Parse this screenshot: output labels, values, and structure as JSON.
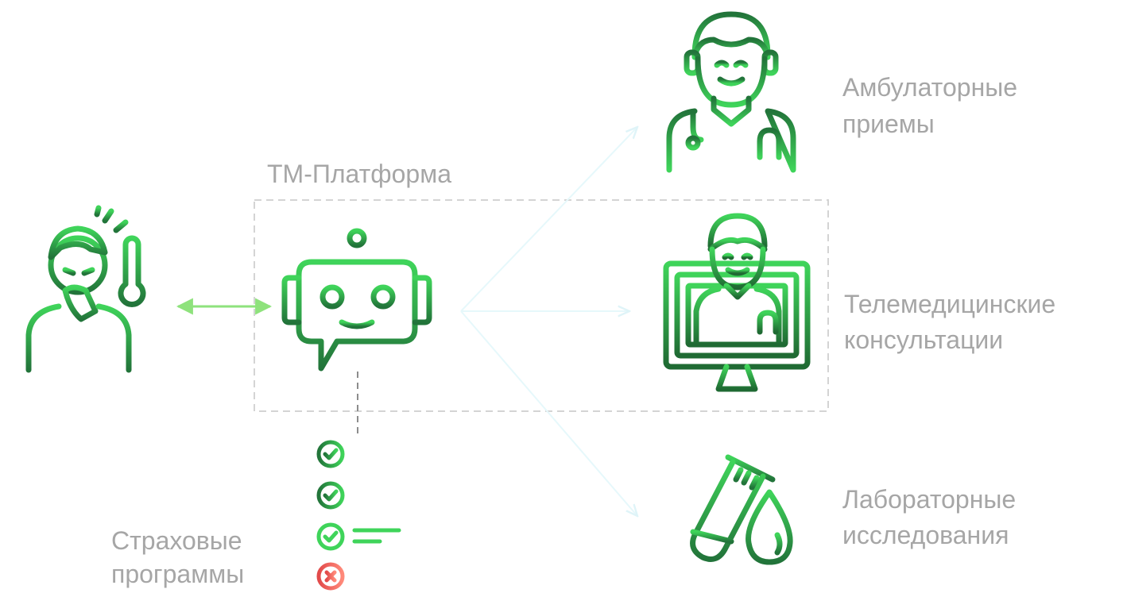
{
  "platform": {
    "title": "ТМ-Платформа"
  },
  "services": [
    {
      "line1": "Амбулаторные",
      "line2": "приемы",
      "icon": "doctor-icon"
    },
    {
      "line1": "Телемедицинские",
      "line2": "консультации",
      "icon": "telemedicine-monitor-icon"
    },
    {
      "line1": "Лабораторные",
      "line2": "исследования",
      "icon": "test-tube-blood-drop-icon"
    }
  ],
  "insurance": {
    "line1": "Страховые",
    "line2": "программы"
  },
  "icons": {
    "patient": "sick-patient-thermometer-icon",
    "platform": "chatbot-robot-icon",
    "checklist": [
      "check-circle-icon",
      "check-circle-icon",
      "check-circle-icon",
      "cross-circle-icon"
    ]
  },
  "colors": {
    "green_dark": "#22743a",
    "green_light": "#3fd45a",
    "label_gray": "#a6a6a6",
    "dashed_border": "#d4d4d4",
    "arrow_light": "#e6f8fb",
    "double_arrow": "#8ee27c",
    "reject_red": "#f05a5a"
  }
}
